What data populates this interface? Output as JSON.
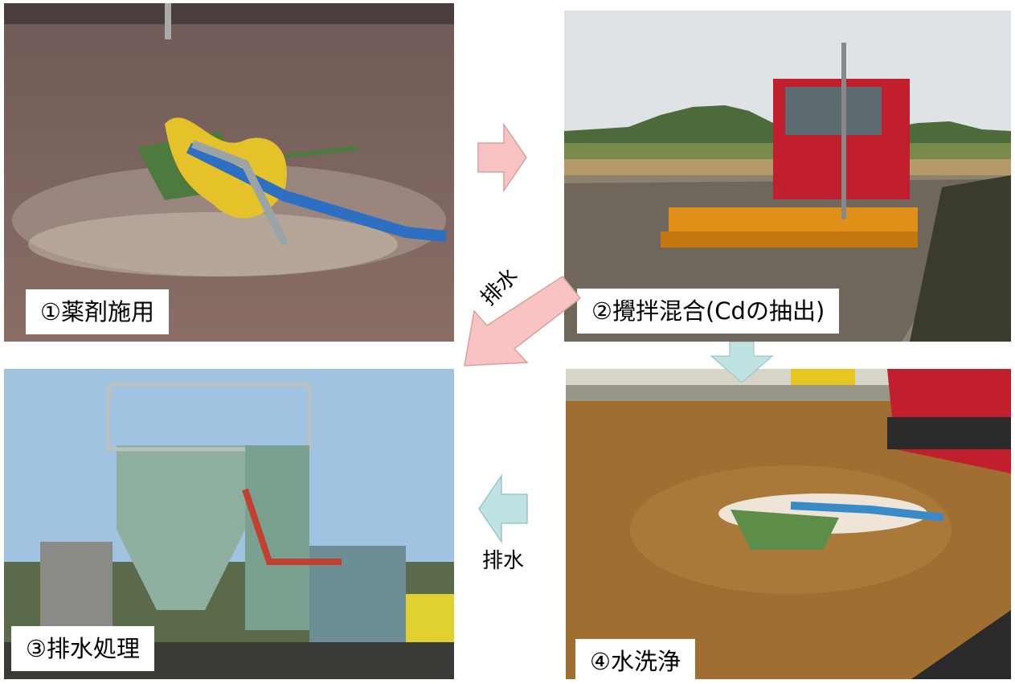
{
  "steps": [
    {
      "label": "①薬剤施用"
    },
    {
      "label": "②攪拌混合(Cdの抽出)"
    },
    {
      "label": "③排水処理"
    },
    {
      "label": "④水洗浄"
    }
  ],
  "drain_labels": {
    "diagonal": "排水",
    "lower": "排水"
  },
  "colors": {
    "pink_arrow": "#f9c3c3",
    "blue_arrow": "#bfe3e3",
    "arrow_stroke": "#d9a0a0"
  }
}
